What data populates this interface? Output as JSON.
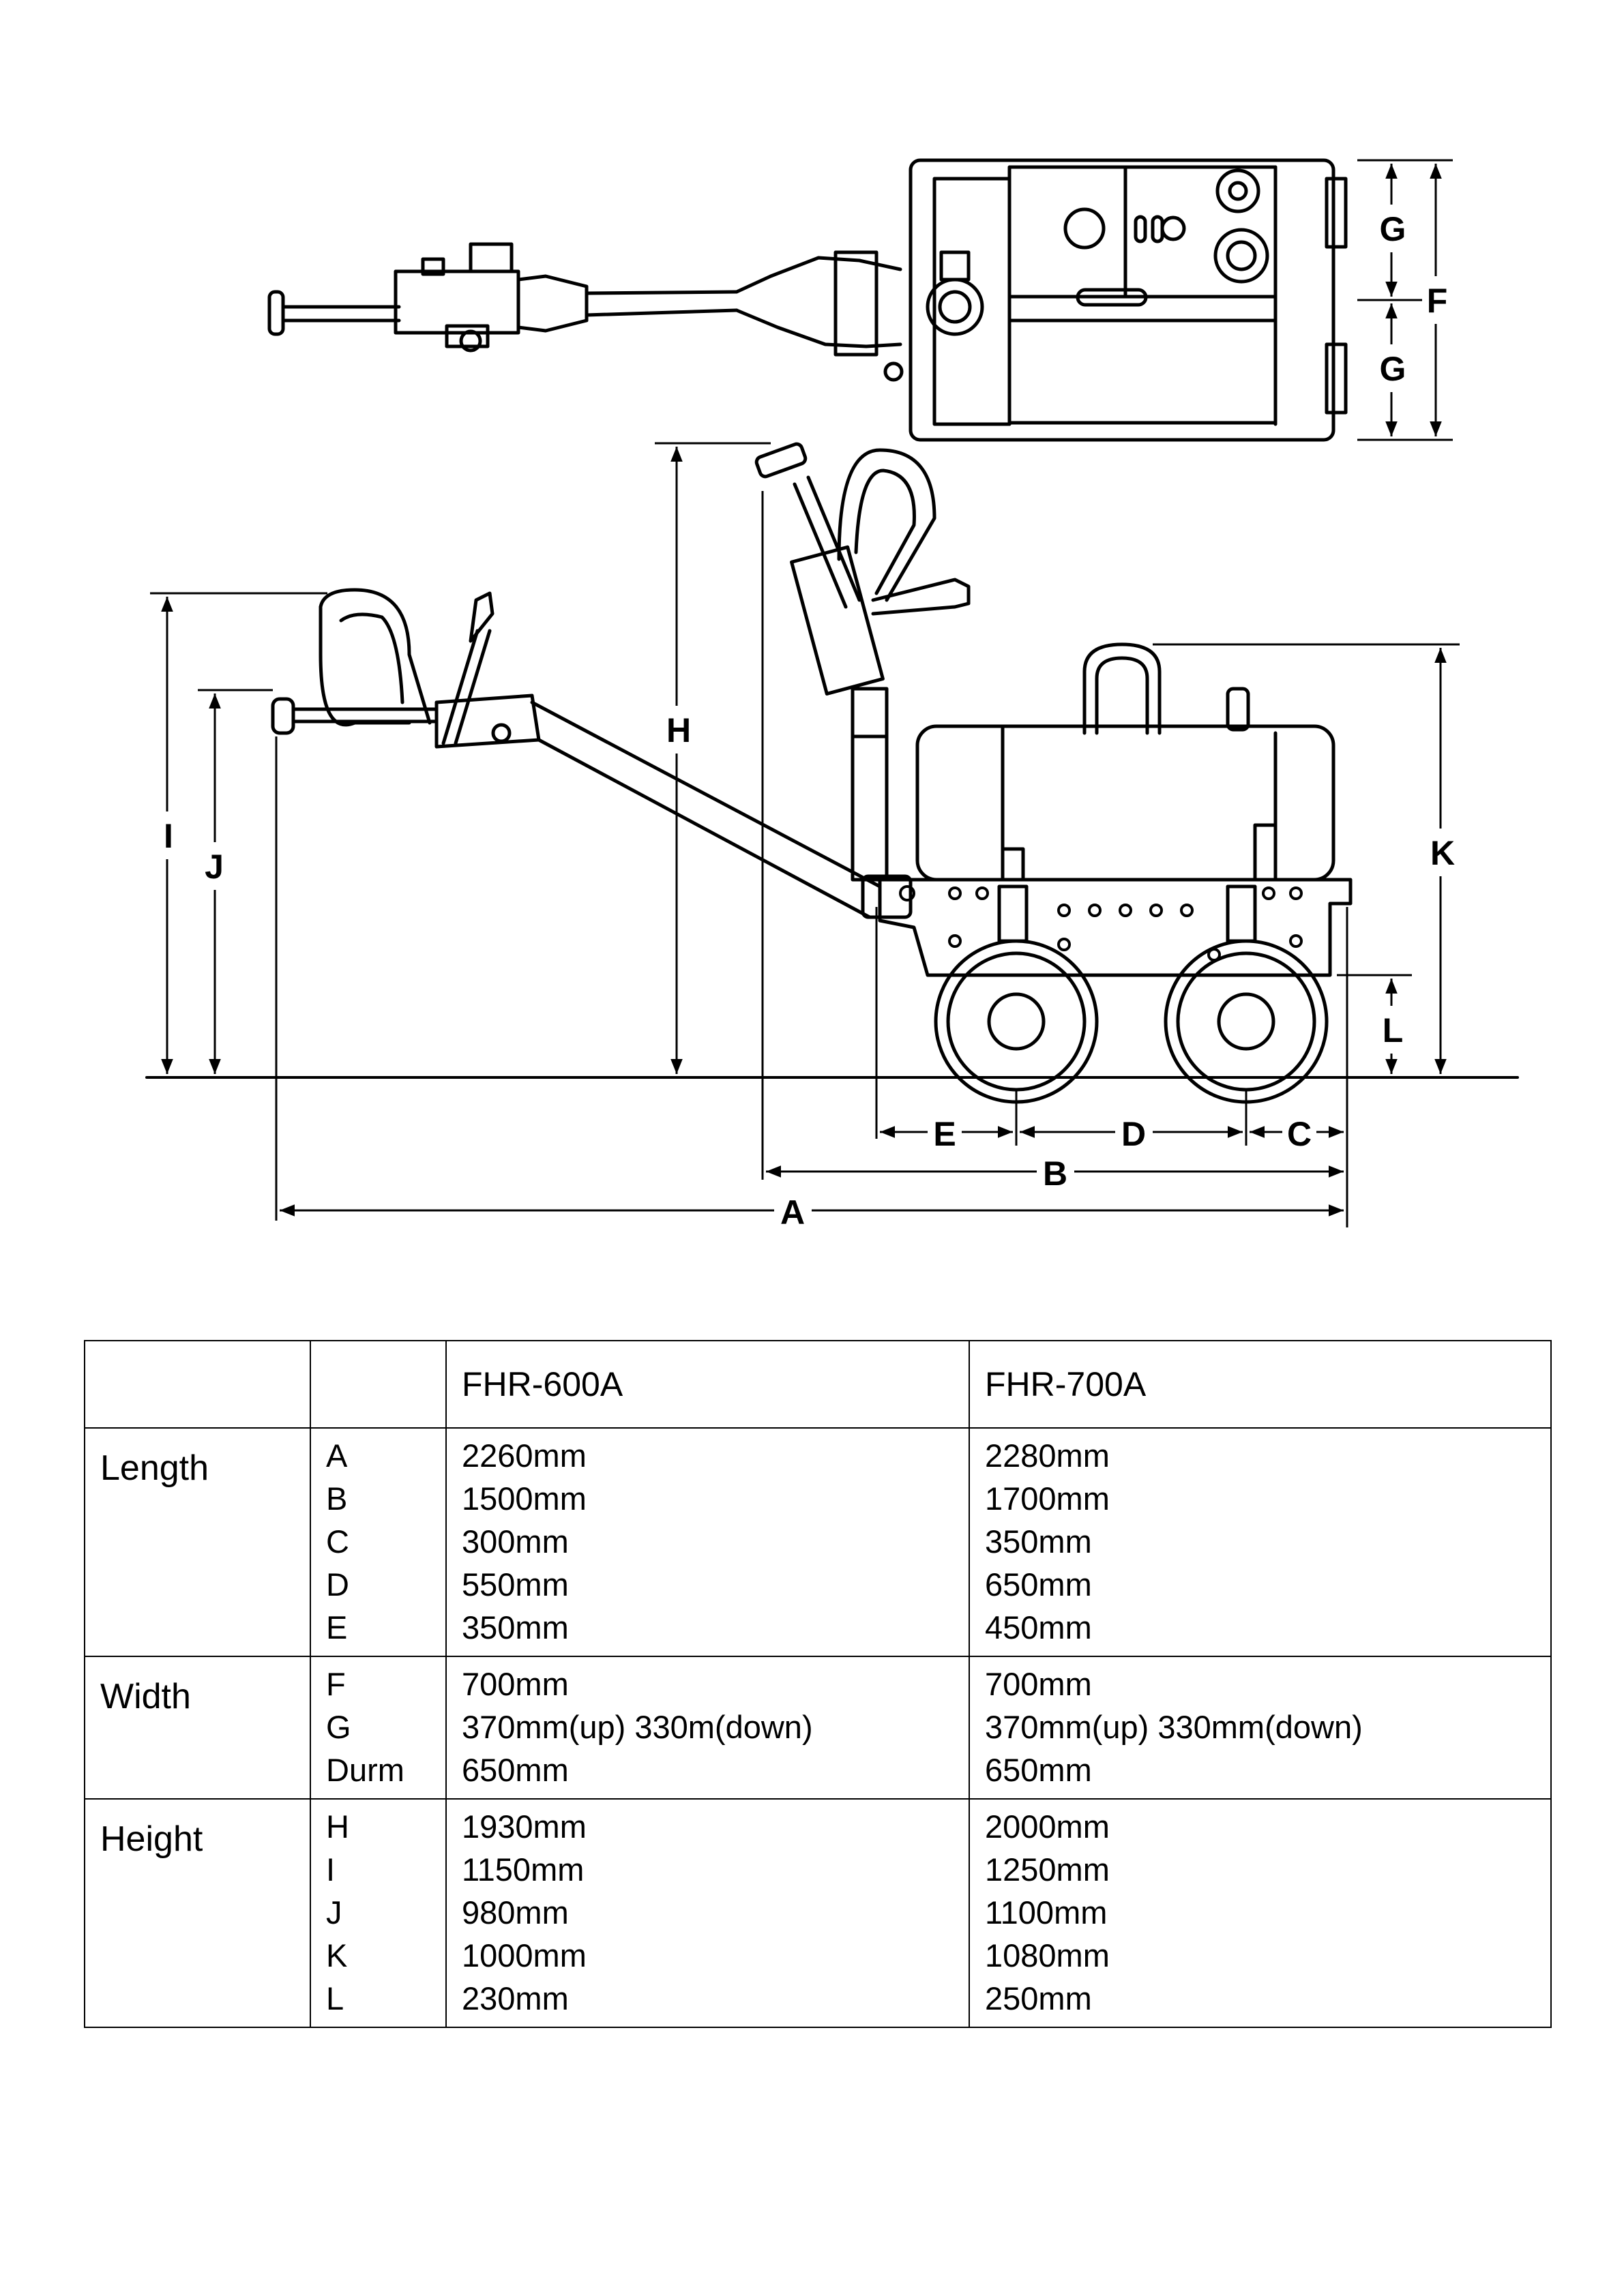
{
  "drawing": {
    "dimension_labels": [
      "A",
      "B",
      "C",
      "D",
      "E",
      "F",
      "G",
      "H",
      "I",
      "J",
      "K",
      "L"
    ]
  },
  "table": {
    "headers": [
      "",
      "",
      "FHR-600A",
      "FHR-700A"
    ],
    "groups": [
      {
        "label": "Length",
        "keys": [
          "A",
          "B",
          "C",
          "D",
          "E"
        ],
        "fhr600a": [
          "2260mm",
          "1500mm",
          "300mm",
          "550mm",
          "350mm"
        ],
        "fhr700a": [
          "2280mm",
          "1700mm",
          "350mm",
          "650mm",
          "450mm"
        ]
      },
      {
        "label": "Width",
        "keys": [
          "F",
          "G",
          "Durm"
        ],
        "fhr600a": [
          "700mm",
          "370mm(up) 330m(down)",
          "650mm"
        ],
        "fhr700a": [
          "700mm",
          "370mm(up) 330mm(down)",
          "650mm"
        ]
      },
      {
        "label": "Height",
        "keys": [
          "H",
          "I",
          "J",
          "K",
          "L"
        ],
        "fhr600a": [
          "1930mm",
          "1150mm",
          "980mm",
          "1000mm",
          "230mm"
        ],
        "fhr700a": [
          "2000mm",
          "1250mm",
          "1100mm",
          "1080mm",
          "250mm"
        ]
      }
    ]
  }
}
